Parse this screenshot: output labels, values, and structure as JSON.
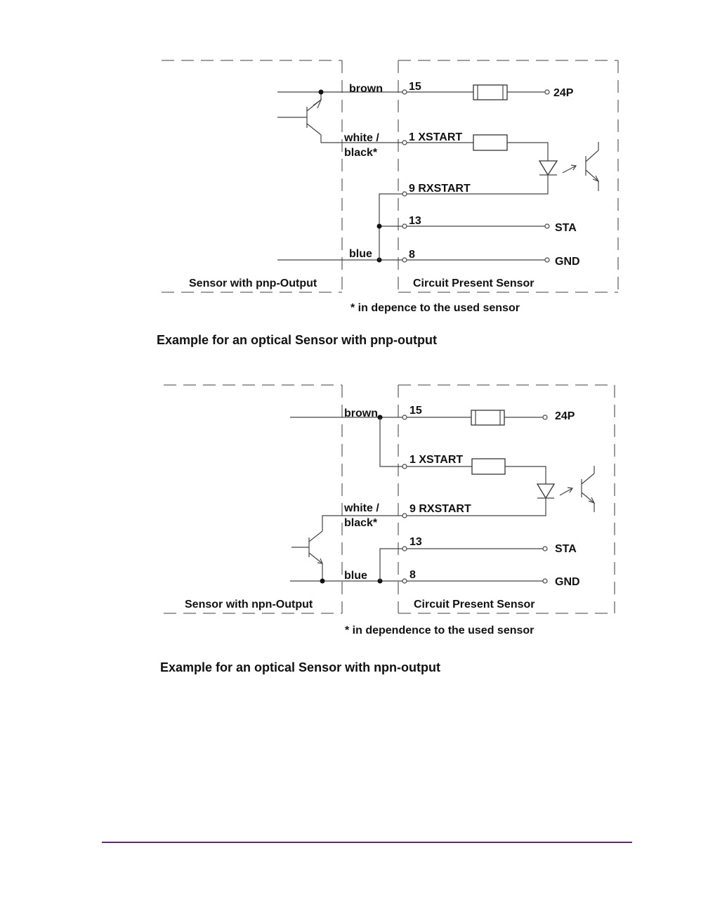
{
  "diagram_top": {
    "label_brown": "brown",
    "label_white": "white /",
    "label_black": "black*",
    "label_blue": "blue",
    "pin_15": "15",
    "pin_1": "1  XSTART",
    "pin_9": "9  RXSTART",
    "pin_13": "13",
    "pin_8": "8",
    "out_24p": "24P",
    "out_sta": "STA",
    "out_gnd": "GND",
    "box_left_label": "Sensor with pnp-Output",
    "box_right_label": "Circuit Present Sensor",
    "footnote": "*  in depence to the used sensor",
    "caption": "Example for an optical Sensor with pnp-output"
  },
  "diagram_bottom": {
    "label_brown": "brown",
    "label_white": "white /",
    "label_black": "black*",
    "label_blue": "blue",
    "pin_15": "15",
    "pin_1": "1  XSTART",
    "pin_9": "9  RXSTART",
    "pin_13": "13",
    "pin_8": "8",
    "out_24p": "24P",
    "out_sta": "STA",
    "out_gnd": "GND",
    "box_left_label": "Sensor with npn-Output",
    "box_right_label": "Circuit Present Sensor",
    "footnote": "*  in dependence to the used sensor",
    "caption": "Example for an optical Sensor with npn-output"
  },
  "footer_rule_color": "#5b2c6f"
}
